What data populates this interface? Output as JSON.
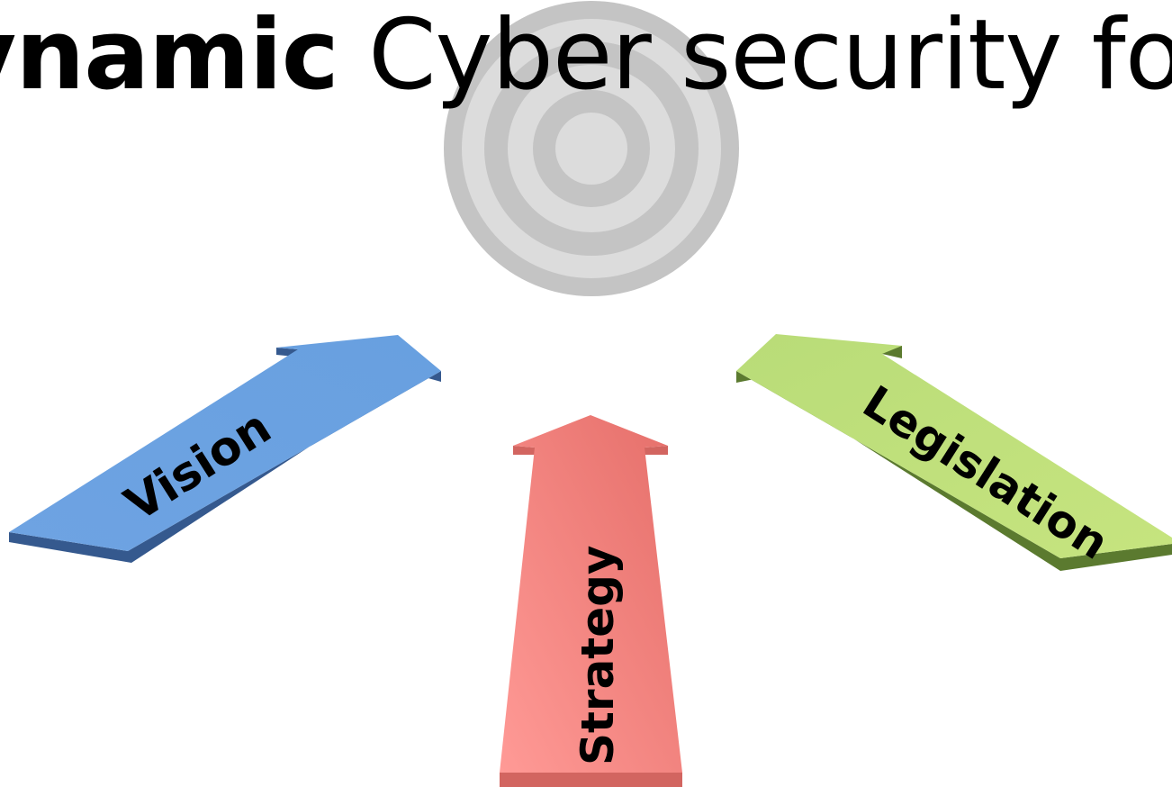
{
  "title": {
    "bold_part": "ynamic",
    "regular_part": " Cyber security for Cy"
  },
  "arrows": {
    "vision": {
      "label": "Vision",
      "color": "#6CA0E0",
      "shade": "#35598E"
    },
    "strategy": {
      "label": "Strategy",
      "color": "#F47C78",
      "shade": "#D26560"
    },
    "legislation": {
      "label": "Legislation",
      "color": "#C3E07E",
      "shade": "#5B7A2F"
    }
  },
  "target": {
    "icon": "target-icon",
    "colors": [
      "#C4C4C4",
      "#DCDCDC"
    ]
  }
}
